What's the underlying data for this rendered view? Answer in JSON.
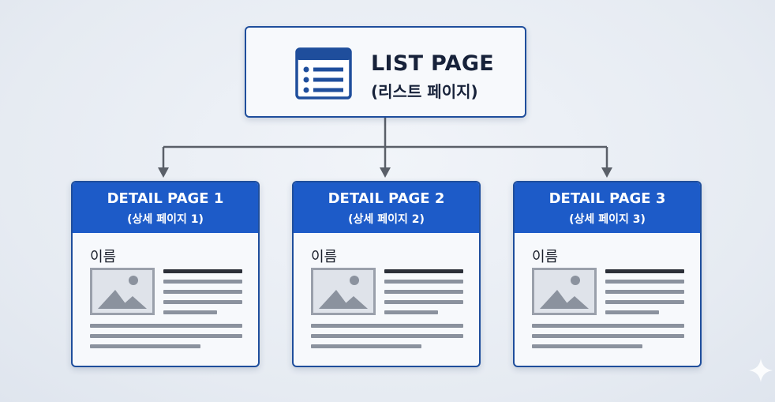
{
  "list_page": {
    "title": "LIST PAGE",
    "subtitle": "(리스트 페이지)",
    "icon": "list-page-icon"
  },
  "detail_pages": [
    {
      "title": "DETAIL PAGE 1",
      "subtitle": "(상세 페이지 1)",
      "name_label": "이름"
    },
    {
      "title": "DETAIL PAGE 2",
      "subtitle": "(상세 페이지 2)",
      "name_label": "이름"
    },
    {
      "title": "DETAIL PAGE 3",
      "subtitle": "(상세 페이지 3)",
      "name_label": "이름"
    }
  ],
  "colors": {
    "accent_blue": "#1d5bc8",
    "border_blue": "#1f4e9c",
    "connector": "#5a5f68",
    "background": "#e9eef5"
  }
}
